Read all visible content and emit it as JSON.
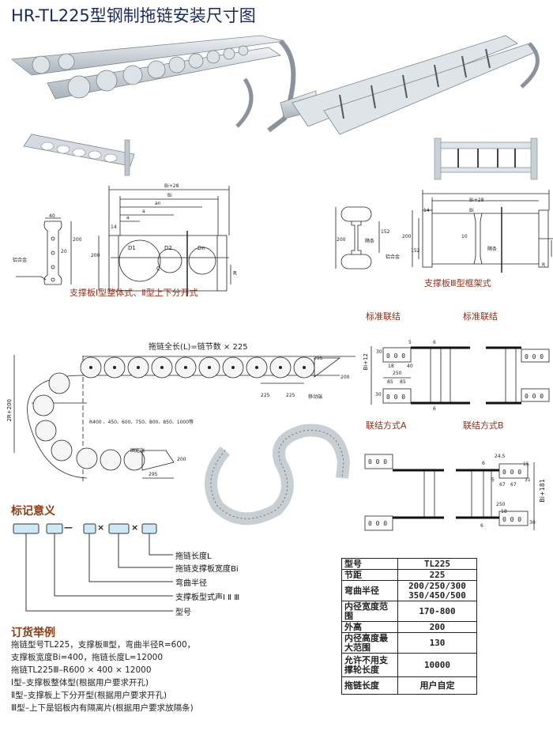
{
  "title": "HR-TL225型钢制拖链安装尺寸图",
  "photos": {
    "top_left": "steel-drag-chain-photo",
    "support_bar": "support-plate-photo",
    "top_right": "steel-drag-chain-frame-photo",
    "frame_bar": "frame-support-photo",
    "s_curve": "s-curve-chain-photo"
  },
  "diagram_type12": {
    "caption": "支撑板Ⅰ型整体式、Ⅱ型上下分开式",
    "labels": {
      "width40": "40",
      "hole20": "20",
      "height200_left": "200",
      "material": "铝合金",
      "bi28": "Bi+28",
      "bi": "Bi",
      "an": "an",
      "a": "a",
      "a1": "a",
      "edge14": "14",
      "height200": "200",
      "d1": "D1",
      "d2": "D2",
      "dn": "Dn",
      "c": "C",
      "r": "R"
    }
  },
  "diagram_type3": {
    "caption": "支撑板Ⅲ型框架式",
    "labels": {
      "h200": "200",
      "h152": "152",
      "divider": "隔条",
      "material": "铝合金",
      "bi28": "Bi+28",
      "bi": "Bi",
      "edge14": "14",
      "h200b": "200",
      "h152b": "152",
      "gap10": "10",
      "divider2": "隔条",
      "r": "R"
    }
  },
  "chain_layout": {
    "formula": "拖链全长(L)=链节数 × 225",
    "dim295_top": "295",
    "dim200_right": "200",
    "pitch1": "225",
    "pitch2": "225",
    "moving_end": "移动端",
    "height_label": "2R+200",
    "radius_note": "R400 、450、600、750、800、850、1000等",
    "fixed_end": "固定端",
    "dim200_bottom": "200",
    "dim295_bottom": "295"
  },
  "connections": {
    "std_a_title": "标准联结",
    "std_b_title": "标准联结",
    "mode_a": "联结方式A",
    "mode_b": "联结方式B",
    "a_labels": {
      "l5": "5",
      "l6t": "6",
      "l30": "30",
      "l18": "18",
      "l40": "40",
      "bi12": "Bi+12",
      "l250": "250",
      "l85a": "85",
      "l85b": "85",
      "l30b": "30",
      "l6b": "6"
    },
    "c_labels": {
      "l245": "24.5",
      "l6t": "6",
      "l15": "15",
      "l31": "31",
      "l5": "5",
      "l67a": "67",
      "l67b": "67",
      "bi181": "Bi+181",
      "l250": "250",
      "l18": "18",
      "l30": "30",
      "l6b": "6"
    }
  },
  "marking": {
    "title": "标记意义",
    "sep_dash": "—",
    "sep_x1": "×",
    "sep_x2": "×",
    "items": [
      "拖链长度L",
      "拖链支撑板宽度Bi",
      "弯曲半径",
      "支撑板型式声Ⅰ Ⅱ Ⅲ",
      "型号"
    ]
  },
  "order_example": {
    "title": "订货举例",
    "lines": [
      "拖链型号TL225，支撑板Ⅲ型，弯曲半径R=600，",
      "支撑板宽度Bi=400，拖链长度L=12000",
      "拖链TL225Ⅲ–R600 × 400 × 12000",
      "Ⅰ型–支撑板整体型(根据用户要求开孔)",
      "Ⅱ型–支撑板上下分开型(根据用户要求开孔)",
      "Ⅲ型–上下是铝板内有隔离片(根据用户要求放隔条)"
    ]
  },
  "spec_table": {
    "rows": [
      {
        "key": "型号",
        "value": "TL225"
      },
      {
        "key": "节距",
        "value": "225"
      },
      {
        "key": "弯曲半径",
        "value": "200/250/300 350/450/500"
      },
      {
        "key": "内径宽度范围",
        "value": "170-800"
      },
      {
        "key": "外高",
        "value": "200"
      },
      {
        "key": "内径高度最大范围",
        "value": "130"
      },
      {
        "key": "允许不用支撑轮长度",
        "value": "10000"
      },
      {
        "key": "拖链长度",
        "value": "用户自定"
      }
    ]
  },
  "colors": {
    "title": "#1a2a5c",
    "caption": "#9b2a12",
    "box_fill": "#cfe8f5",
    "steel": "#c9d0d6"
  }
}
